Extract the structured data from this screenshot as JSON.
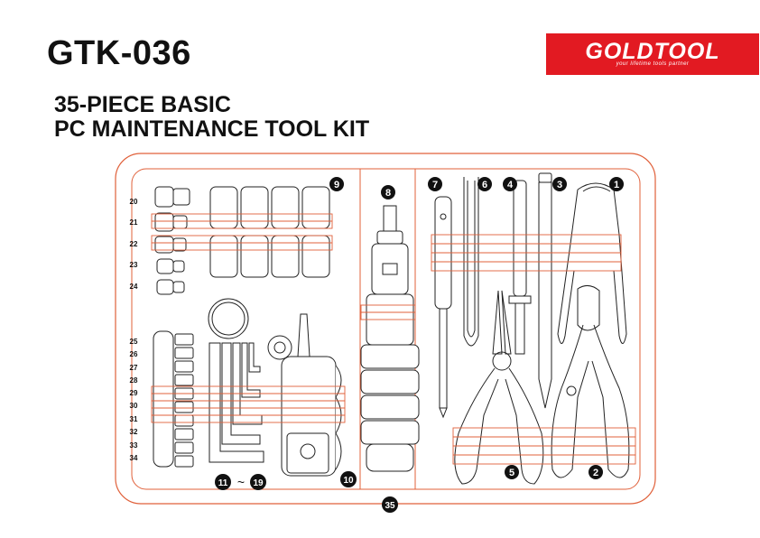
{
  "header": {
    "model": "GTK-036",
    "title_line1": "35-PIECE BASIC",
    "title_line2": "PC MAINTENANCE TOOL KIT"
  },
  "brand": {
    "name": "GOLDTOOL",
    "tagline": "your lifetime tools partner",
    "color": "#e21a22"
  },
  "colors": {
    "case_outline": "#e0603a",
    "tool_outline": "#222222",
    "band": "#e0603a"
  },
  "labels": {
    "n1": "1",
    "n2": "2",
    "n3": "3",
    "n4": "4",
    "n5": "5",
    "n6": "6",
    "n7": "7",
    "n8": "8",
    "n9": "9",
    "n10": "10",
    "n11": "11",
    "range_sep": "~",
    "n19": "19",
    "n20": "20",
    "n21": "21",
    "n22": "22",
    "n23": "23",
    "n24": "24",
    "n25": "25",
    "n26": "26",
    "n27": "27",
    "n28": "28",
    "n29": "29",
    "n30": "30",
    "n31": "31",
    "n32": "32",
    "n33": "33",
    "n34": "34",
    "n35": "35"
  }
}
